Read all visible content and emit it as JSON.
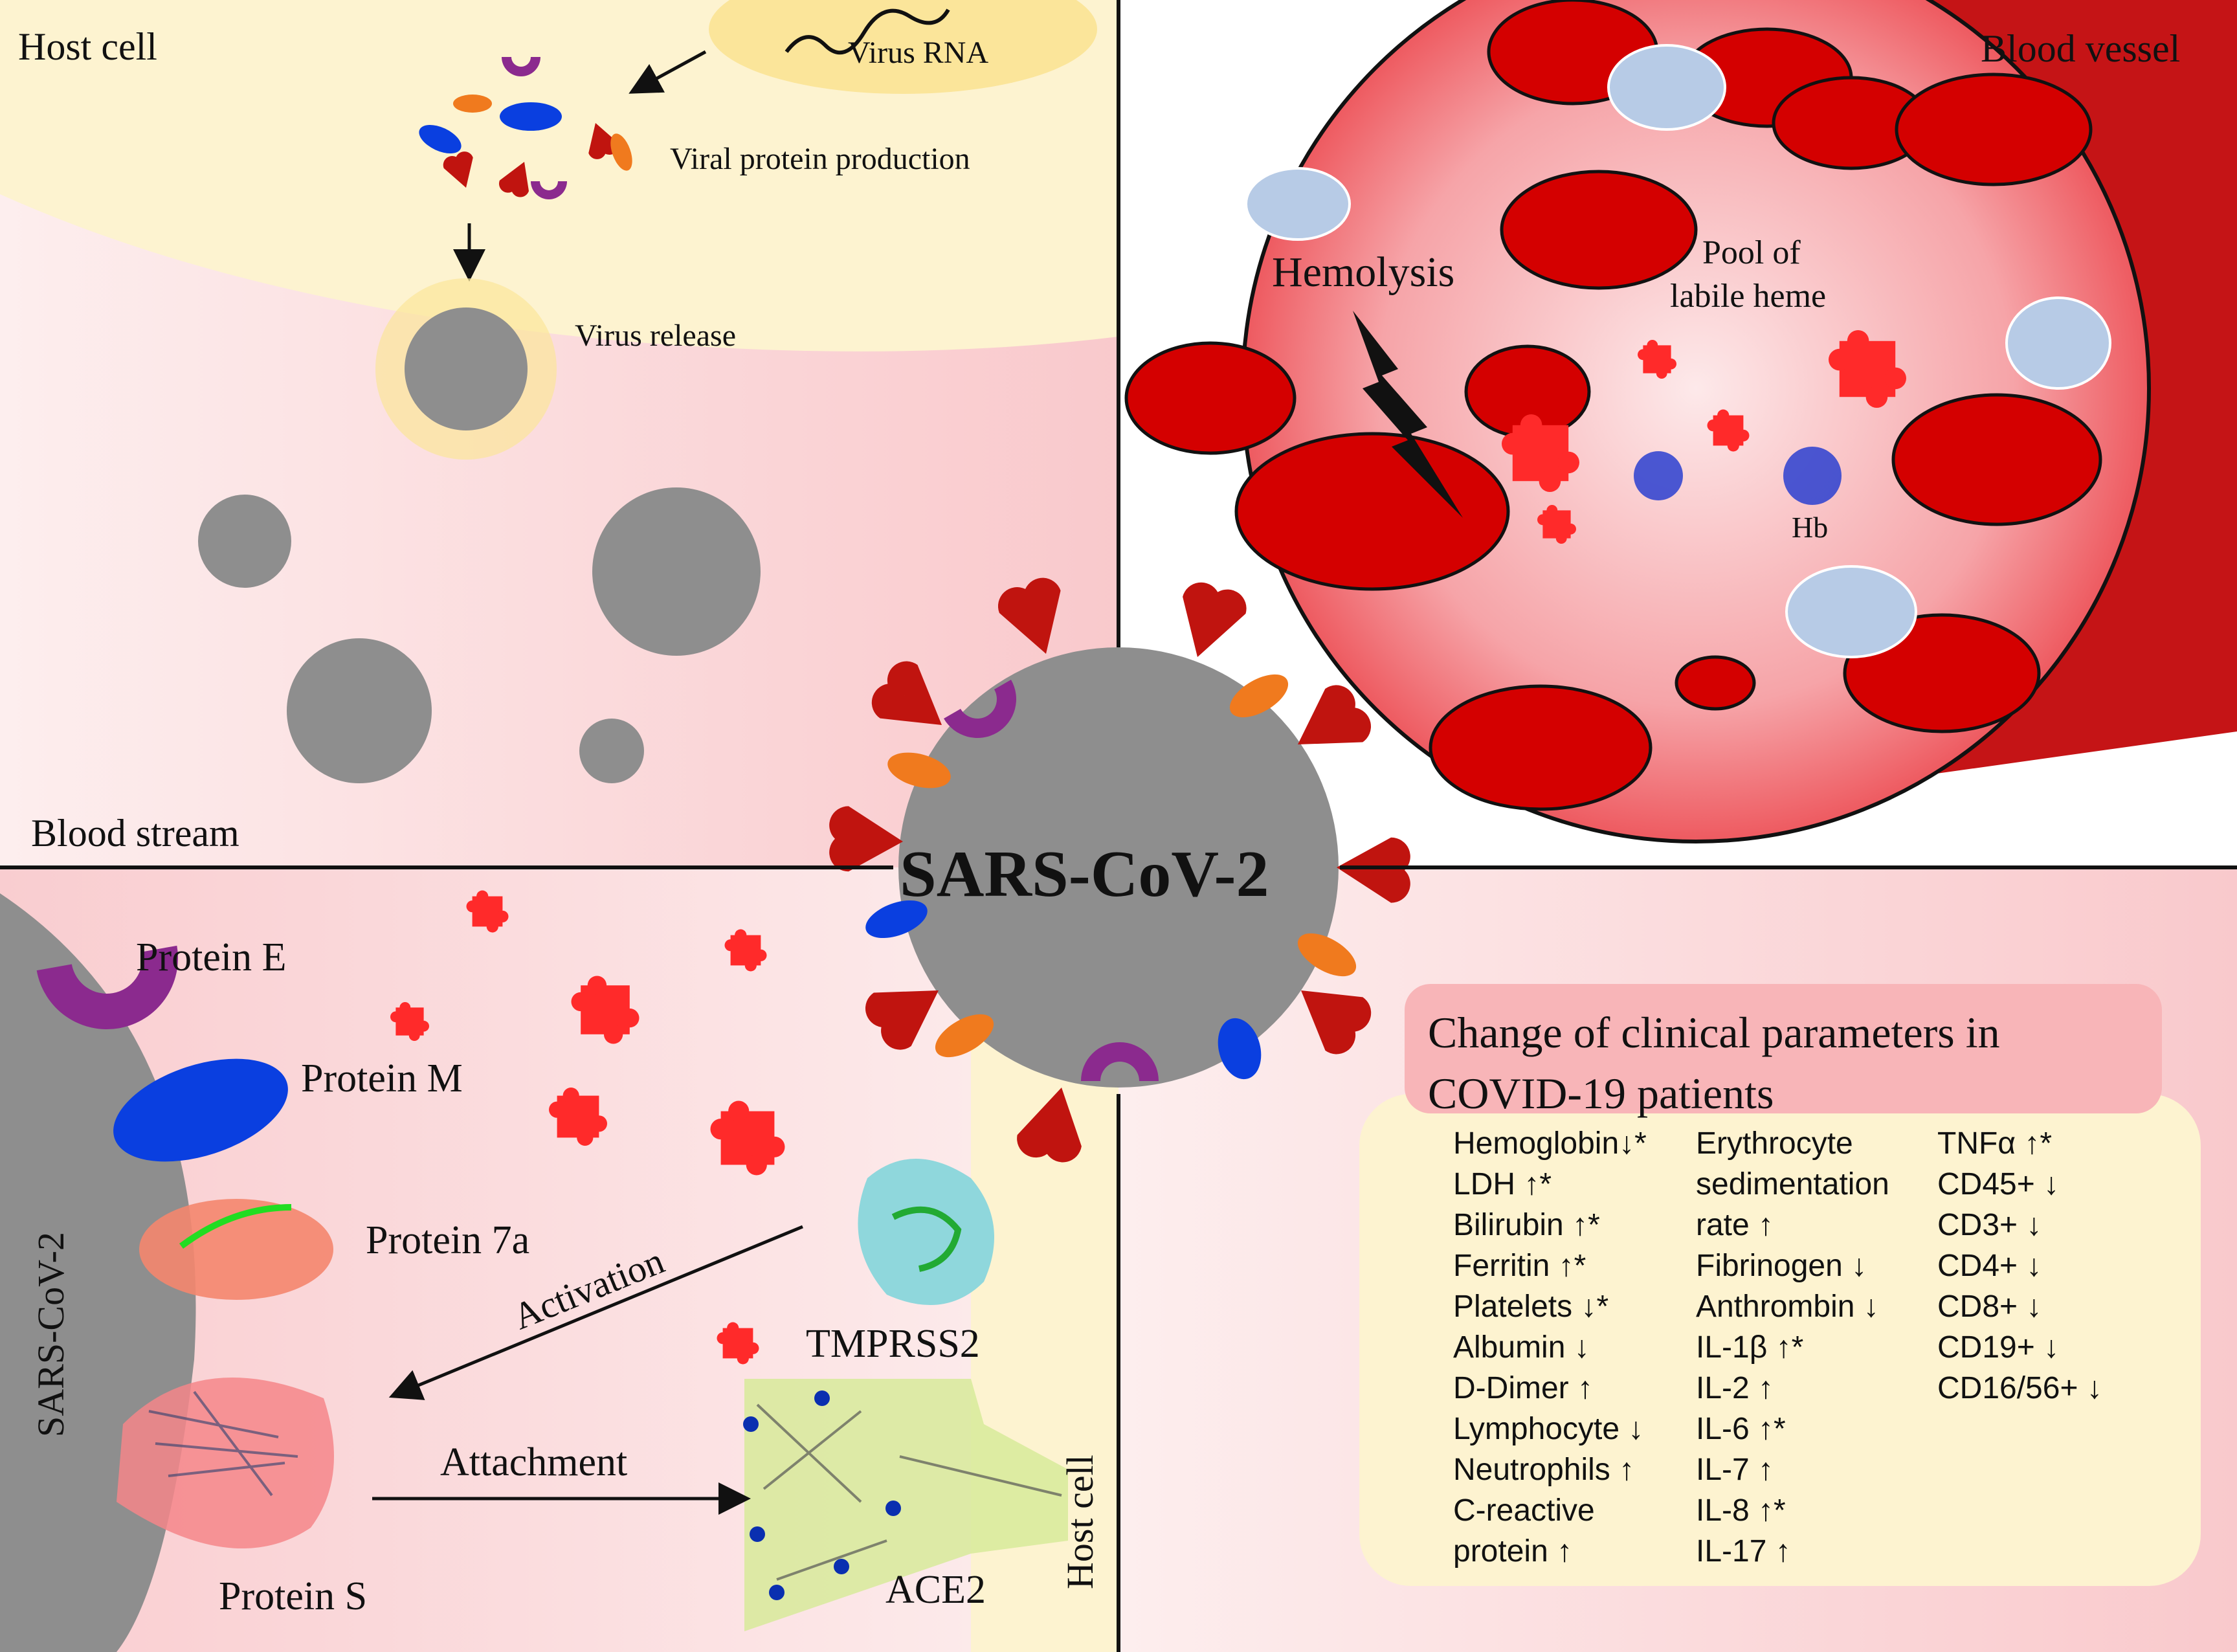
{
  "labels": {
    "host_cell_top": "Host cell",
    "virus_rna": "Virus RNA",
    "viral_protein_production": "Viral protein production",
    "virus_release": "Virus release",
    "blood_stream": "Blood stream",
    "blood_vessel": "Blood vessel",
    "hemolysis": "Hemolysis",
    "pool_of_labile_heme_line1": "Pool of",
    "pool_of_labile_heme_line2": "labile heme",
    "hb": "Hb",
    "sars_cov_2_center": "SARS-CoV-2",
    "protein_e": "Protein E",
    "protein_m": "Protein M",
    "protein_7a": "Protein 7a",
    "sars_cov_2_side": "SARS-CoV-2",
    "activation": "Activation",
    "tmprss2": "TMPRSS2",
    "attachment": "Attachment",
    "protein_s": "Protein S",
    "ace2": "ACE2",
    "host_cell_bottom": "Host cell"
  },
  "clinical": {
    "title_line1": "Change of clinical parameters in",
    "title_line2": "COVID-19 patients",
    "col1": [
      "Hemoglobin↓*",
      "LDH ↑*",
      "Bilirubin ↑*",
      "Ferritin ↑*",
      "Platelets ↓*",
      "Albumin ↓",
      "D-Dimer ↑",
      "Lymphocyte ↓",
      "Neutrophils ↑",
      "C-reactive",
      "protein ↑"
    ],
    "col2": [
      "Erythrocyte",
      "sedimentation",
      "rate ↑",
      "Fibrinogen ↓",
      "Anthrombin ↓",
      "IL-1β ↑*",
      "IL-2 ↑",
      "IL-6 ↑*",
      "IL-7 ↑",
      "IL-8 ↑*",
      "IL-17 ↑"
    ],
    "col3": [
      "TNFα ↑*",
      "CD45+ ↓",
      "CD3+ ↓",
      "CD4+ ↓",
      "CD8+ ↓",
      "CD19+ ↓",
      "CD16/56+ ↓"
    ]
  },
  "colors": {
    "spike_red": "#c0140f",
    "virus_gray": "#8e8e8e",
    "protein_e_purple": "#8b2a8e",
    "protein_m_blue": "#0a3fe0",
    "orange": "#f07a1e",
    "heme_red": "#ff2a2a",
    "cell_cream": "#fdf3d0",
    "blood_pink": "#fbe1e2",
    "rbc_red": "#d40000",
    "wbc_blue": "#b7cbe6"
  }
}
